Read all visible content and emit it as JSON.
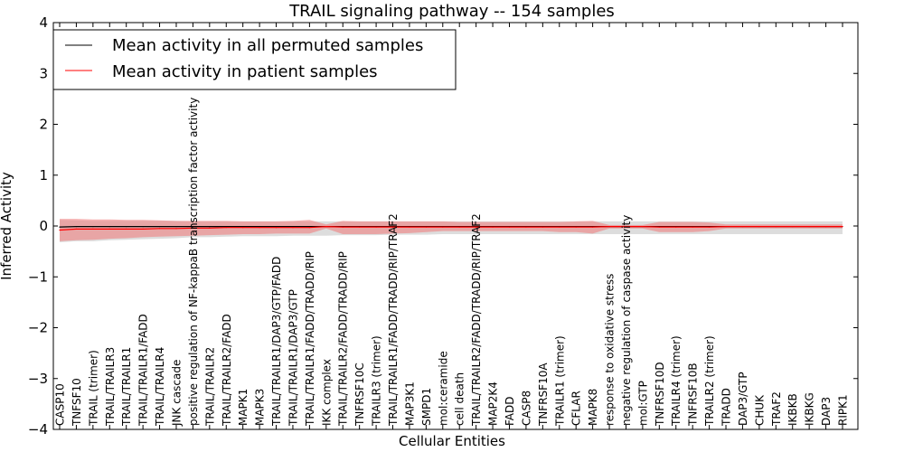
{
  "chart_data": {
    "type": "line",
    "title": "TRAIL signaling pathway -- 154 samples",
    "xlabel": "Cellular Entities",
    "ylabel": "Inferred Activity",
    "ylim": [
      -4,
      4
    ],
    "yticks": [
      "−4",
      "−3",
      "−2",
      "−1",
      "0",
      "1",
      "2",
      "3",
      "4"
    ],
    "legend_position": "top-left",
    "categories": [
      "CASP10",
      "TNFSF10",
      "TRAIL (trimer)",
      "TRAIL/TRAILR3",
      "TRAIL/TRAILR1",
      "TRAIL/TRAILR1/FADD",
      "TRAIL/TRAILR4",
      "JNK cascade",
      "positive regulation of NF-kappaB transcription factor activity",
      "TRAIL/TRAILR2",
      "TRAIL/TRAILR2/FADD",
      "MAPK1",
      "MAPK3",
      "TRAIL/TRAILR1/DAP3/GTP/FADD",
      "TRAIL/TRAILR1/DAP3/GTP",
      "TRAIL/TRAILR1/FADD/TRADD/RIP",
      "IKK complex",
      "TRAIL/TRAILR2/FADD/TRADD/RIP",
      "TNFRSF10C",
      "TRAILR3 (trimer)",
      "TRAIL/TRAILR1/FADD/TRADD/RIP/TRAF2",
      "MAP3K1",
      "SMPD1",
      "mol:ceramide",
      "cell death",
      "TRAIL/TRAILR2/FADD/TRADD/RIP/TRAF2",
      "MAP2K4",
      "FADD",
      "CASP8",
      "TNFRSF10A",
      "TRAILR1 (trimer)",
      "CFLAR",
      "MAPK8",
      "response to oxidative stress",
      "negative regulation of caspase activity",
      "mol:GTP",
      "TNFRSF10D",
      "TRAILR4 (trimer)",
      "TNFRSF10B",
      "TRAILR2 (trimer)",
      "TRADD",
      "DAP3/GTP",
      "CHUK",
      "TRAF2",
      "IKBKB",
      "IKBKG",
      "DAP3",
      "RIPK1"
    ],
    "series": [
      {
        "name": "Mean activity in all permuted samples",
        "color": "#000000",
        "band_color": "#b4b4b4",
        "values": [
          -0.02,
          -0.01,
          -0.01,
          -0.01,
          -0.01,
          -0.01,
          -0.01,
          -0.01,
          -0.01,
          -0.01,
          -0.01,
          -0.01,
          -0.01,
          -0.01,
          -0.01,
          -0.01,
          -0.01,
          -0.01,
          -0.01,
          -0.01,
          -0.01,
          -0.01,
          -0.01,
          -0.01,
          -0.01,
          -0.01,
          -0.01,
          -0.01,
          -0.01,
          -0.01,
          -0.01,
          -0.01,
          -0.01,
          -0.01,
          -0.01,
          -0.01,
          -0.01,
          -0.01,
          -0.01,
          -0.01,
          -0.01,
          -0.01,
          -0.01,
          -0.01,
          -0.01,
          -0.01,
          -0.01,
          -0.01
        ],
        "band_low": [
          -0.32,
          -0.3,
          -0.3,
          -0.28,
          -0.27,
          -0.26,
          -0.25,
          -0.24,
          -0.22,
          -0.22,
          -0.21,
          -0.2,
          -0.2,
          -0.2,
          -0.19,
          -0.19,
          -0.19,
          -0.18,
          -0.18,
          -0.18,
          -0.17,
          -0.17,
          -0.17,
          -0.16,
          -0.16,
          -0.16,
          -0.16,
          -0.16,
          -0.16,
          -0.16,
          -0.16,
          -0.16,
          -0.16,
          -0.16,
          -0.16,
          -0.16,
          -0.16,
          -0.16,
          -0.16,
          -0.16,
          -0.16,
          -0.16,
          -0.16,
          -0.16,
          -0.16,
          -0.16,
          -0.16,
          -0.16
        ],
        "band_high": [
          0.12,
          0.11,
          0.1,
          0.1,
          0.1,
          0.1,
          0.1,
          0.1,
          0.09,
          0.09,
          0.09,
          0.09,
          0.09,
          0.09,
          0.09,
          0.09,
          0.09,
          0.09,
          0.09,
          0.09,
          0.09,
          0.09,
          0.09,
          0.09,
          0.09,
          0.09,
          0.09,
          0.09,
          0.09,
          0.09,
          0.09,
          0.09,
          0.09,
          0.09,
          0.09,
          0.09,
          0.09,
          0.09,
          0.09,
          0.09,
          0.09,
          0.09,
          0.09,
          0.09,
          0.09,
          0.09,
          0.09,
          0.09
        ]
      },
      {
        "name": "Mean activity in patient samples",
        "color": "#ff0000",
        "band_color": "#f08080",
        "values": [
          -0.08,
          -0.06,
          -0.06,
          -0.06,
          -0.06,
          -0.06,
          -0.05,
          -0.05,
          -0.04,
          -0.04,
          -0.03,
          -0.03,
          -0.03,
          -0.03,
          -0.03,
          -0.03,
          -0.01,
          -0.02,
          -0.02,
          -0.02,
          -0.02,
          -0.02,
          -0.02,
          -0.02,
          -0.02,
          -0.02,
          -0.02,
          -0.02,
          -0.02,
          -0.02,
          -0.02,
          -0.02,
          -0.02,
          -0.01,
          -0.01,
          -0.01,
          -0.02,
          -0.02,
          -0.02,
          -0.02,
          -0.01,
          -0.01,
          -0.01,
          -0.01,
          -0.01,
          -0.01,
          -0.01,
          -0.01
        ],
        "band_low": [
          -0.3,
          -0.28,
          -0.27,
          -0.25,
          -0.24,
          -0.22,
          -0.21,
          -0.2,
          -0.19,
          -0.18,
          -0.17,
          -0.16,
          -0.16,
          -0.15,
          -0.15,
          -0.15,
          -0.05,
          -0.16,
          -0.16,
          -0.16,
          -0.15,
          -0.14,
          -0.12,
          -0.1,
          -0.1,
          -0.1,
          -0.1,
          -0.1,
          -0.1,
          -0.1,
          -0.12,
          -0.12,
          -0.15,
          -0.05,
          -0.05,
          -0.05,
          -0.12,
          -0.12,
          -0.12,
          -0.1,
          -0.05,
          -0.05,
          -0.05,
          -0.05,
          -0.05,
          -0.05,
          -0.05,
          -0.05
        ],
        "band_high": [
          0.14,
          0.14,
          0.13,
          0.13,
          0.12,
          0.12,
          0.11,
          0.1,
          0.1,
          0.1,
          0.1,
          0.09,
          0.09,
          0.09,
          0.1,
          0.12,
          0.03,
          0.1,
          0.09,
          0.09,
          0.09,
          0.09,
          0.09,
          0.09,
          0.08,
          0.08,
          0.08,
          0.08,
          0.08,
          0.08,
          0.08,
          0.09,
          0.1,
          0.02,
          0.02,
          0.02,
          0.08,
          0.08,
          0.08,
          0.07,
          0.03,
          0.03,
          0.03,
          0.03,
          0.03,
          0.03,
          0.03,
          0.03
        ]
      }
    ]
  }
}
